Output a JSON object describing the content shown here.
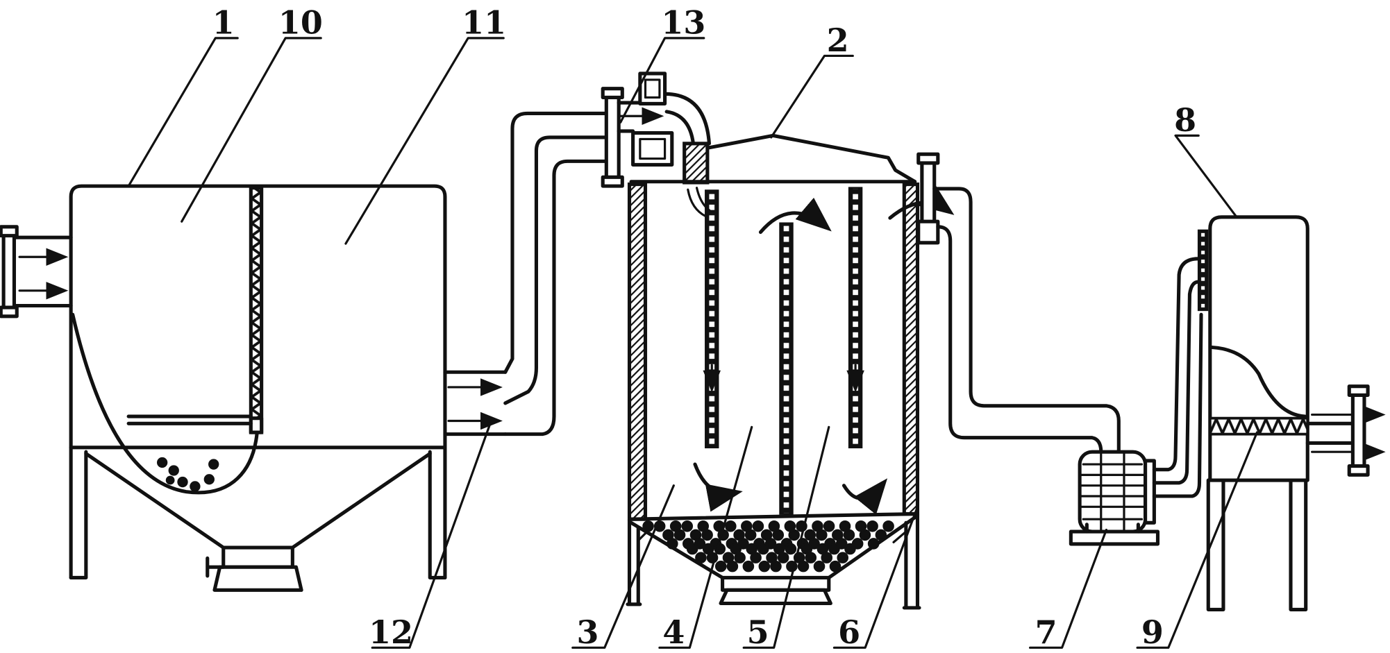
{
  "callouts": [
    "1",
    "10",
    "11",
    "13",
    "2",
    "8",
    "12",
    "3",
    "4",
    "5",
    "6",
    "7",
    "9"
  ]
}
